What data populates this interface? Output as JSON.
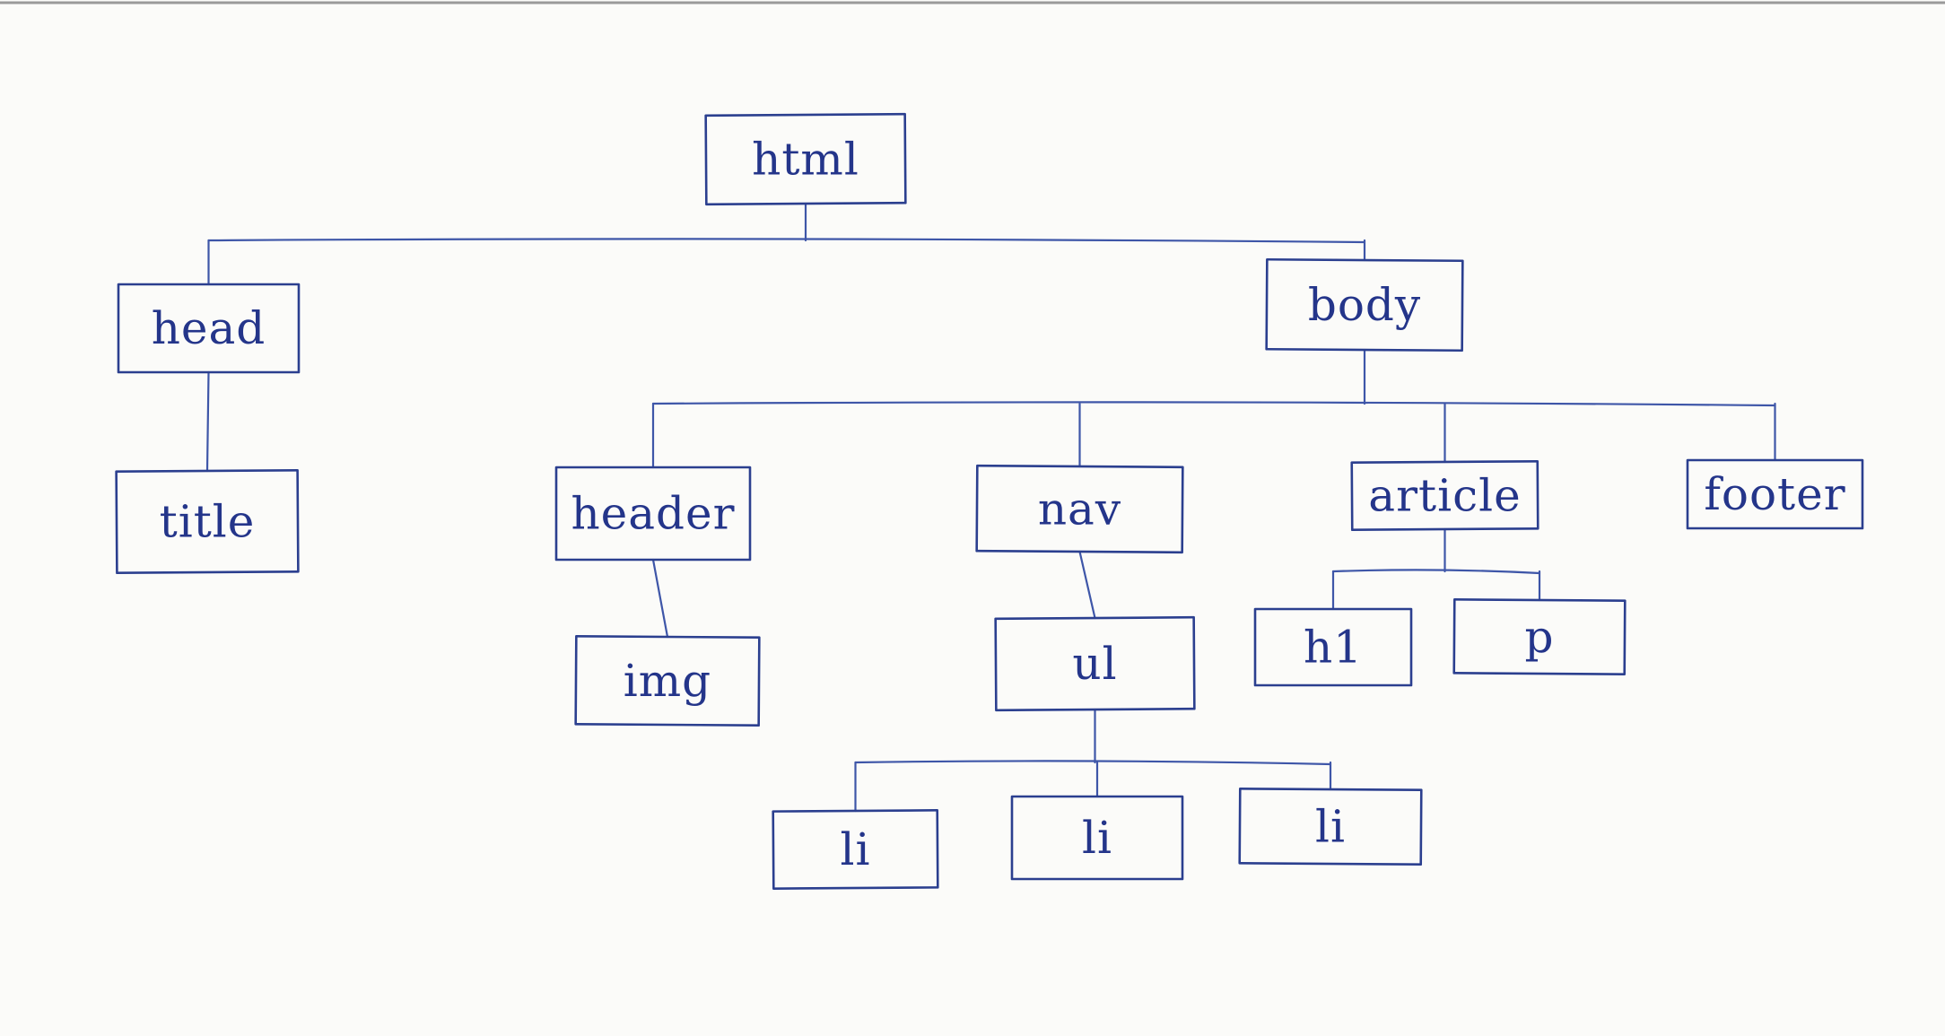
{
  "diagram": {
    "type": "tree",
    "ink_color": "#2b3f8f",
    "paper_color": "#fbfbf9",
    "nodes": [
      {
        "id": "html",
        "label": "html",
        "parent": null
      },
      {
        "id": "head",
        "label": "head",
        "parent": "html"
      },
      {
        "id": "body",
        "label": "body",
        "parent": "html"
      },
      {
        "id": "title",
        "label": "title",
        "parent": "head"
      },
      {
        "id": "header",
        "label": "header",
        "parent": "body"
      },
      {
        "id": "nav",
        "label": "nav",
        "parent": "body"
      },
      {
        "id": "article",
        "label": "article",
        "parent": "body"
      },
      {
        "id": "footer",
        "label": "footer",
        "parent": "body"
      },
      {
        "id": "img",
        "label": "img",
        "parent": "header"
      },
      {
        "id": "ul",
        "label": "ul",
        "parent": "nav"
      },
      {
        "id": "h1",
        "label": "h1",
        "parent": "article"
      },
      {
        "id": "p",
        "label": "p",
        "parent": "article"
      },
      {
        "id": "li1",
        "label": "li",
        "parent": "ul"
      },
      {
        "id": "li2",
        "label": "li",
        "parent": "ul"
      },
      {
        "id": "li3",
        "label": "li",
        "parent": "ul"
      }
    ]
  }
}
